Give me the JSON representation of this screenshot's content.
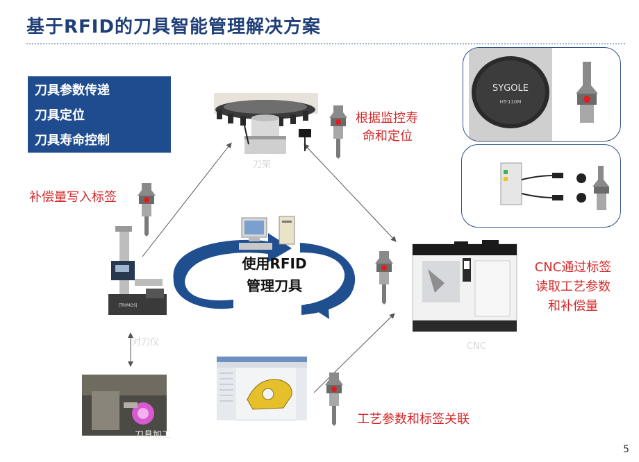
{
  "title": "基于RFID的刀具智能管理解决方案",
  "features": [
    "刀具参数传递",
    "刀具定位",
    "刀具寿命控制"
  ],
  "labels": {
    "top_right": [
      "根据监控寿",
      "命和定位"
    ],
    "left": "补偿量写入标签",
    "right": [
      "CNC通过标签",
      "读取工艺参数",
      "和补偿量"
    ],
    "bottom": "工艺参数和标签关联",
    "center": [
      "使用RFID",
      "管理刀具"
    ]
  },
  "captions": {
    "magazine": "刀架",
    "presetter": "对刀仪",
    "cnc": "CNC",
    "grinder": "刀具加工"
  },
  "tag_text": {
    "brand": "SYGOLE",
    "model": "HT-110M",
    "presetter_brand": "|TRIMOS|"
  },
  "page_number": "5",
  "colors": {
    "title": "#1f3f78",
    "feature_bg": "#1f4c8f",
    "red_text": "#d6282a",
    "cycle_arrow": "#1f4f8f"
  }
}
